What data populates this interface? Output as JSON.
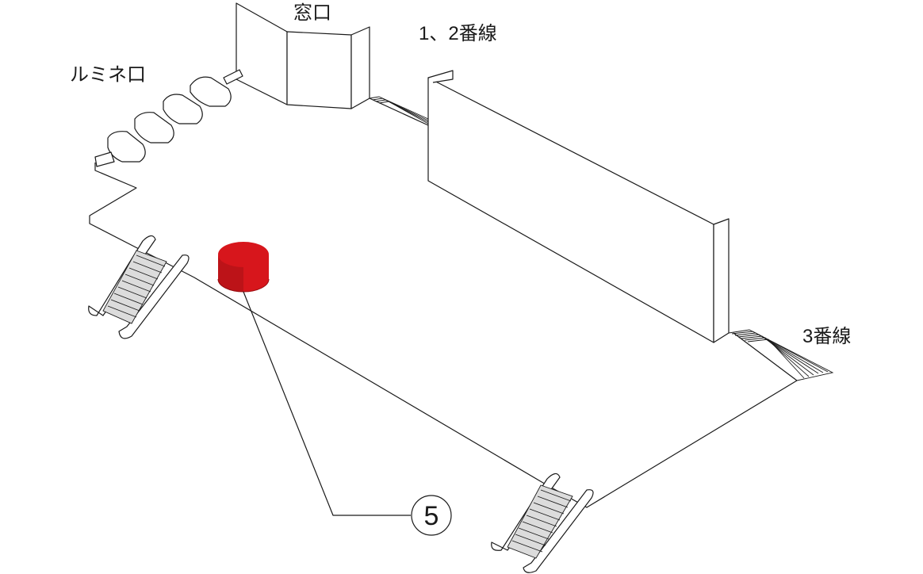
{
  "labels": {
    "window": "窓口",
    "lumine_gate": "ルミネ口",
    "platform_1_2": "1、2番線",
    "platform_3": "3番線"
  },
  "marker": {
    "number": "5",
    "color": "#d7161c"
  }
}
